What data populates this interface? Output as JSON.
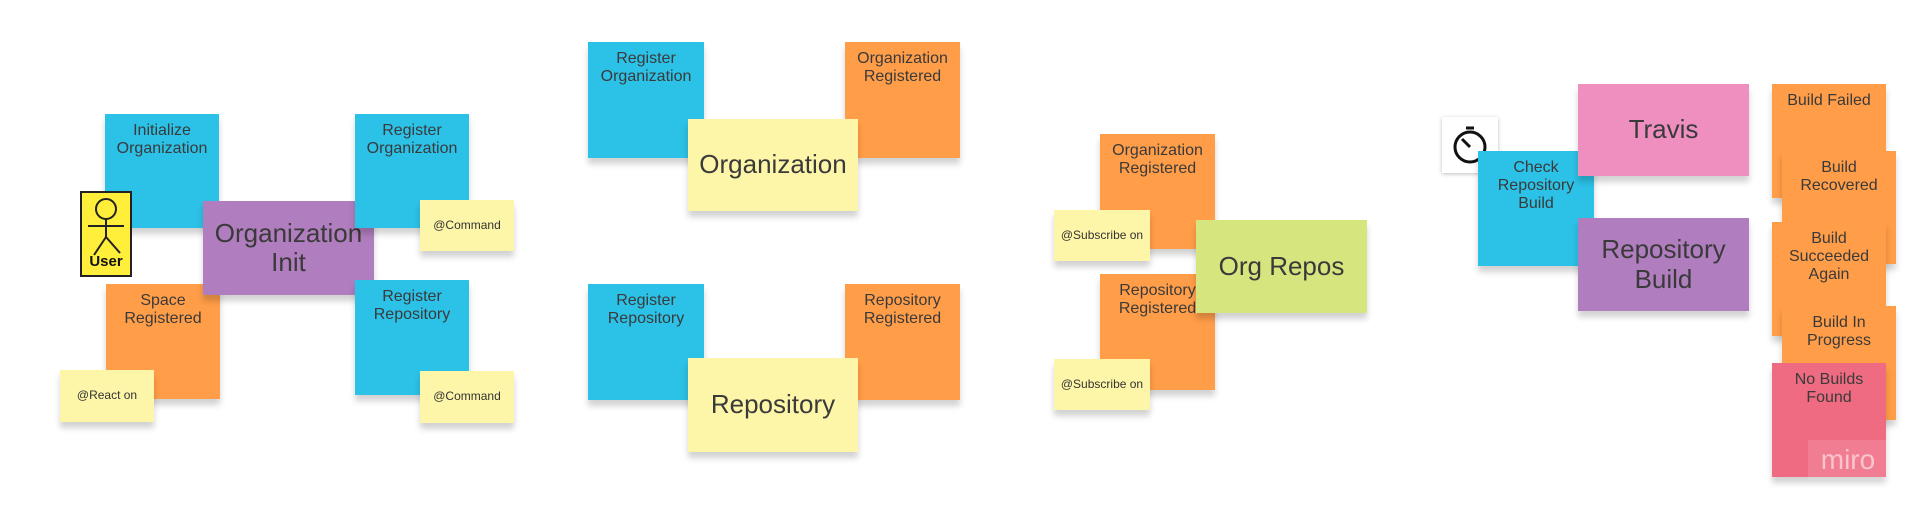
{
  "actor": {
    "label": "User"
  },
  "group1": {
    "initialize_org": "Initialize Organization",
    "space_registered": "Space Registered",
    "react_on": "@React on",
    "org_init": "Organization Init",
    "register_org": "Register Organization",
    "command1": "@Command",
    "register_repo": "Register Repository",
    "command2": "@Command"
  },
  "group2": {
    "register_org": "Register Organization",
    "org_registered": "Organization Registered",
    "organization": "Organization",
    "register_repo": "Register Repository",
    "repo_registered": "Repository Registered",
    "repository": "Repository"
  },
  "group3": {
    "org_registered": "Organization Registered",
    "subscribe_on1": "@Subscribe on",
    "repo_registered": "Repository Registered",
    "subscribe_on2": "@Subscribe on",
    "org_repos": "Org Repos"
  },
  "group4": {
    "timer_icon": "stopwatch-icon",
    "check_build": "Check Repository Build",
    "travis": "Travis",
    "repository_build": "Repository Build",
    "build_failed": "Build Failed",
    "build_recovered": "Build Recovered",
    "build_succeeded_again": "Build Succeeded Again",
    "build_in_progress": "Build In Progress",
    "no_builds_found": "No Builds Found"
  },
  "watermark": "miro"
}
